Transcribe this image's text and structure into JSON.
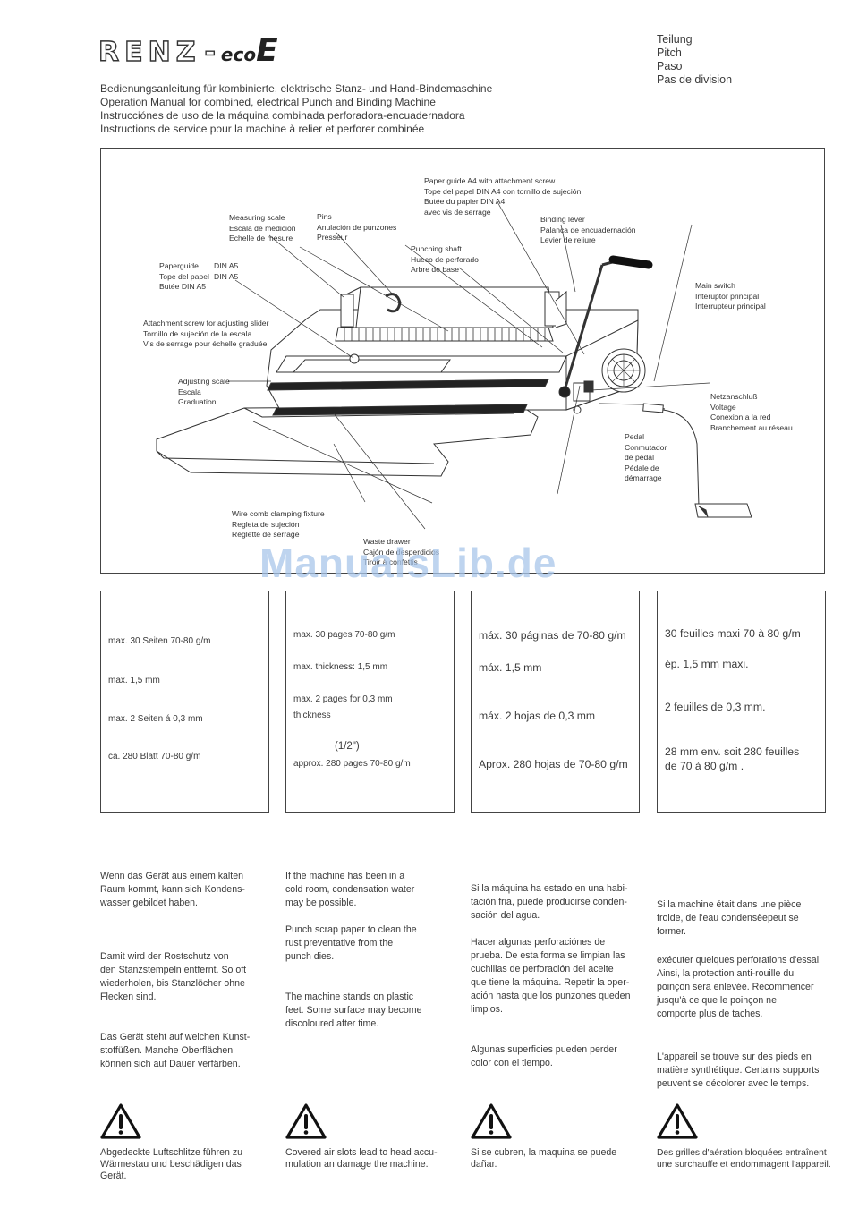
{
  "brand": {
    "name": "RENZ",
    "dash": "-",
    "model_script": "eco",
    "model_letter": "E"
  },
  "titles": [
    "Bedienungsanleitung für kombinierte, elektrische Stanz- und Hand-Bindemaschine",
    "Operation Manual for combined, electrical Punch and Binding Machine",
    "Instrucciónes de uso de la máquina combinada perforadora-encuadernadora",
    "Instructions de service pour la machine à relier et perforer combinée"
  ],
  "pitch": [
    "Teilung",
    "Pitch",
    "Paso",
    "Pas de division"
  ],
  "diagram": {
    "labels": {
      "paper_guide_a4": [
        "Paper guide A4 with attachment screw",
        "Tope del papel DIN A4 con tornillo de sujeción",
        "Butée du papier DIN A4",
        "avec vis de serrage"
      ],
      "measuring_scale": [
        "Measuring scale",
        "Escala de medición",
        "Echelle de mesure"
      ],
      "pins": [
        "Pins",
        "Anulación de punzones",
        "Presseur"
      ],
      "binding_lever": [
        "Binding lever",
        "Palanca de encuadernación",
        "Levier de reliure"
      ],
      "punching_shaft": [
        "Punching shaft",
        "Hueco de perforado",
        "Arbre de base"
      ],
      "paperguide_a5": [
        "Paperguide",
        "Tope del papel",
        "Butée DIN A5"
      ],
      "paperguide_a5_values": [
        "DIN A5",
        "DIN A5"
      ],
      "main_switch": [
        "Main switch",
        "Interuptor principal",
        "Interrupteur principal"
      ],
      "attachment_screw": [
        "Attachment screw for adjusting slider",
        "Tornillo de sujeción de la escala",
        "Vis de serrage pour échelle graduée"
      ],
      "adjusting_scale": [
        "Adjusting scale",
        "Escala",
        "Graduation"
      ],
      "voltage": [
        "Netzanschluß",
        "Voltage",
        "Conexion a la red",
        "Branchement au réseau"
      ],
      "pedal": [
        "Pedal",
        "Conmutador",
        "de pedal",
        "Pédale de",
        "démarrage"
      ],
      "wire_comb": [
        "Wire comb clamping fixture",
        "Regleta de sujeción",
        "Réglette de serrage"
      ],
      "waste_drawer": [
        "Waste drawer",
        "Cajón de desperdicios",
        "Tiroir à confettis"
      ]
    },
    "watermark": "ManualsLib.de"
  },
  "specs": [
    {
      "lines": [
        "max. 30 Seiten 70-80 g/m",
        "max. 1,5 mm",
        "max. 2 Seiten á 0,3 mm",
        "ca. 280 Blatt 70-80 g/m"
      ]
    },
    {
      "lines": [
        "max. 30 pages 70-80 g/m",
        "max. thickness: 1,5 mm",
        "max. 2 pages for 0,3 mm",
        "thickness",
        "(1/2\")",
        "approx. 280 pages 70-80 g/m"
      ]
    },
    {
      "lines": [
        "máx. 30 páginas de 70-80 g/m",
        "máx. 1,5 mm",
        "máx. 2 hojas de 0,3 mm",
        "Aprox. 280 hojas de 70-80 g/m"
      ]
    },
    {
      "lines": [
        "30 feuilles maxi 70 à 80 g/m",
        "ép. 1,5 mm maxi.",
        "2 feuilles de 0,3 mm.",
        "28 mm env. soit 280 feuilles",
        "de 70 à 80 g/m ."
      ]
    }
  ],
  "notes": {
    "de": [
      "Wenn das Gerät aus einem kalten",
      "Raum kommt, kann sich Kondens-",
      "wasser gebildet haben.",
      "Damit wird der Rostschutz von",
      "den Stanzstempeln entfernt. So oft",
      "wiederholen, bis Stanzlöcher ohne",
      "Flecken sind.",
      "Das Gerät steht auf weichen Kunst-",
      "stoffüßen. Manche Oberflächen",
      "können sich auf Dauer verfärben."
    ],
    "en": [
      "If the machine has been in a",
      "cold room, condensation water",
      "may be possible.",
      "Punch scrap paper to clean the",
      "rust preventative from the",
      "punch dies.",
      "The machine stands on plastic",
      "feet. Some surface may become",
      "discoloured after time."
    ],
    "es": [
      "Si la máquina ha estado en una habi-",
      "tación fria, puede producirse conden-",
      "sación del agua.",
      "Hacer algunas perforaciónes de",
      "prueba. De esta forma se limpian las",
      "cuchillas de perforación del aceite",
      "que tiene la máquina. Repetir la oper-",
      "ación hasta que los punzones queden",
      "limpios.",
      "Algunas superficies pueden perder",
      "color con el tiempo."
    ],
    "fr": [
      "Si la machine était dans une pièce",
      "froide, de l'eau condensèepeut se",
      "former.",
      "exécuter quelques perforations d'essai.",
      "Ainsi, la protection anti-rouille du",
      "poinçon sera enlevée. Recommencer",
      "jusqu'à ce que le poinçon ne",
      "comporte plus de taches.",
      "L'appareil se trouve sur des pieds en",
      "matière synthétique. Certains supports",
      "peuvent se décolorer avec le temps."
    ]
  },
  "warnings": [
    [
      "Abgedeckte Luftschlitze führen zu",
      "Wärmestau und beschädigen das",
      "Gerät."
    ],
    [
      "Covered air slots lead to head accu-",
      "mulation an damage the machine."
    ],
    [
      "Si se cubren, la maquina se puede",
      "dañar."
    ],
    [
      "Des grilles d'aération bloquées entraînent",
      "une surchauffe et endommagent l'appareil."
    ]
  ]
}
